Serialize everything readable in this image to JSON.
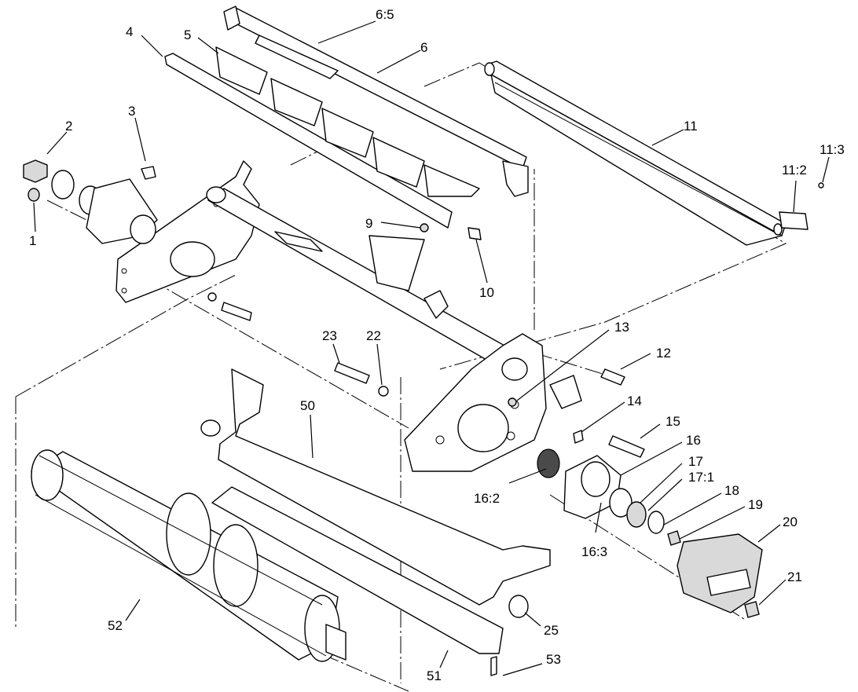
{
  "callouts": [
    {
      "id": "c1",
      "text": "1"
    },
    {
      "id": "c2",
      "text": "2"
    },
    {
      "id": "c3",
      "text": "3"
    },
    {
      "id": "c4",
      "text": "4"
    },
    {
      "id": "c5",
      "text": "5"
    },
    {
      "id": "c6-5",
      "text": "6:5"
    },
    {
      "id": "c6",
      "text": "6"
    },
    {
      "id": "c9",
      "text": "9"
    },
    {
      "id": "c10",
      "text": "10"
    },
    {
      "id": "c11",
      "text": "11"
    },
    {
      "id": "c11-2",
      "text": "11:2"
    },
    {
      "id": "c11-3",
      "text": "11:3"
    },
    {
      "id": "c12",
      "text": "12"
    },
    {
      "id": "c13",
      "text": "13"
    },
    {
      "id": "c14",
      "text": "14"
    },
    {
      "id": "c15",
      "text": "15"
    },
    {
      "id": "c16",
      "text": "16"
    },
    {
      "id": "c16-2",
      "text": "16:2"
    },
    {
      "id": "c16-3",
      "text": "16:3"
    },
    {
      "id": "c17",
      "text": "17"
    },
    {
      "id": "c17-1",
      "text": "17:1"
    },
    {
      "id": "c18",
      "text": "18"
    },
    {
      "id": "c19",
      "text": "19"
    },
    {
      "id": "c20",
      "text": "20"
    },
    {
      "id": "c21",
      "text": "21"
    },
    {
      "id": "c22",
      "text": "22"
    },
    {
      "id": "c23",
      "text": "23"
    },
    {
      "id": "c25",
      "text": "25"
    },
    {
      "id": "c50",
      "text": "50"
    },
    {
      "id": "c51",
      "text": "51"
    },
    {
      "id": "c52",
      "text": "52"
    },
    {
      "id": "c53",
      "text": "53"
    }
  ]
}
